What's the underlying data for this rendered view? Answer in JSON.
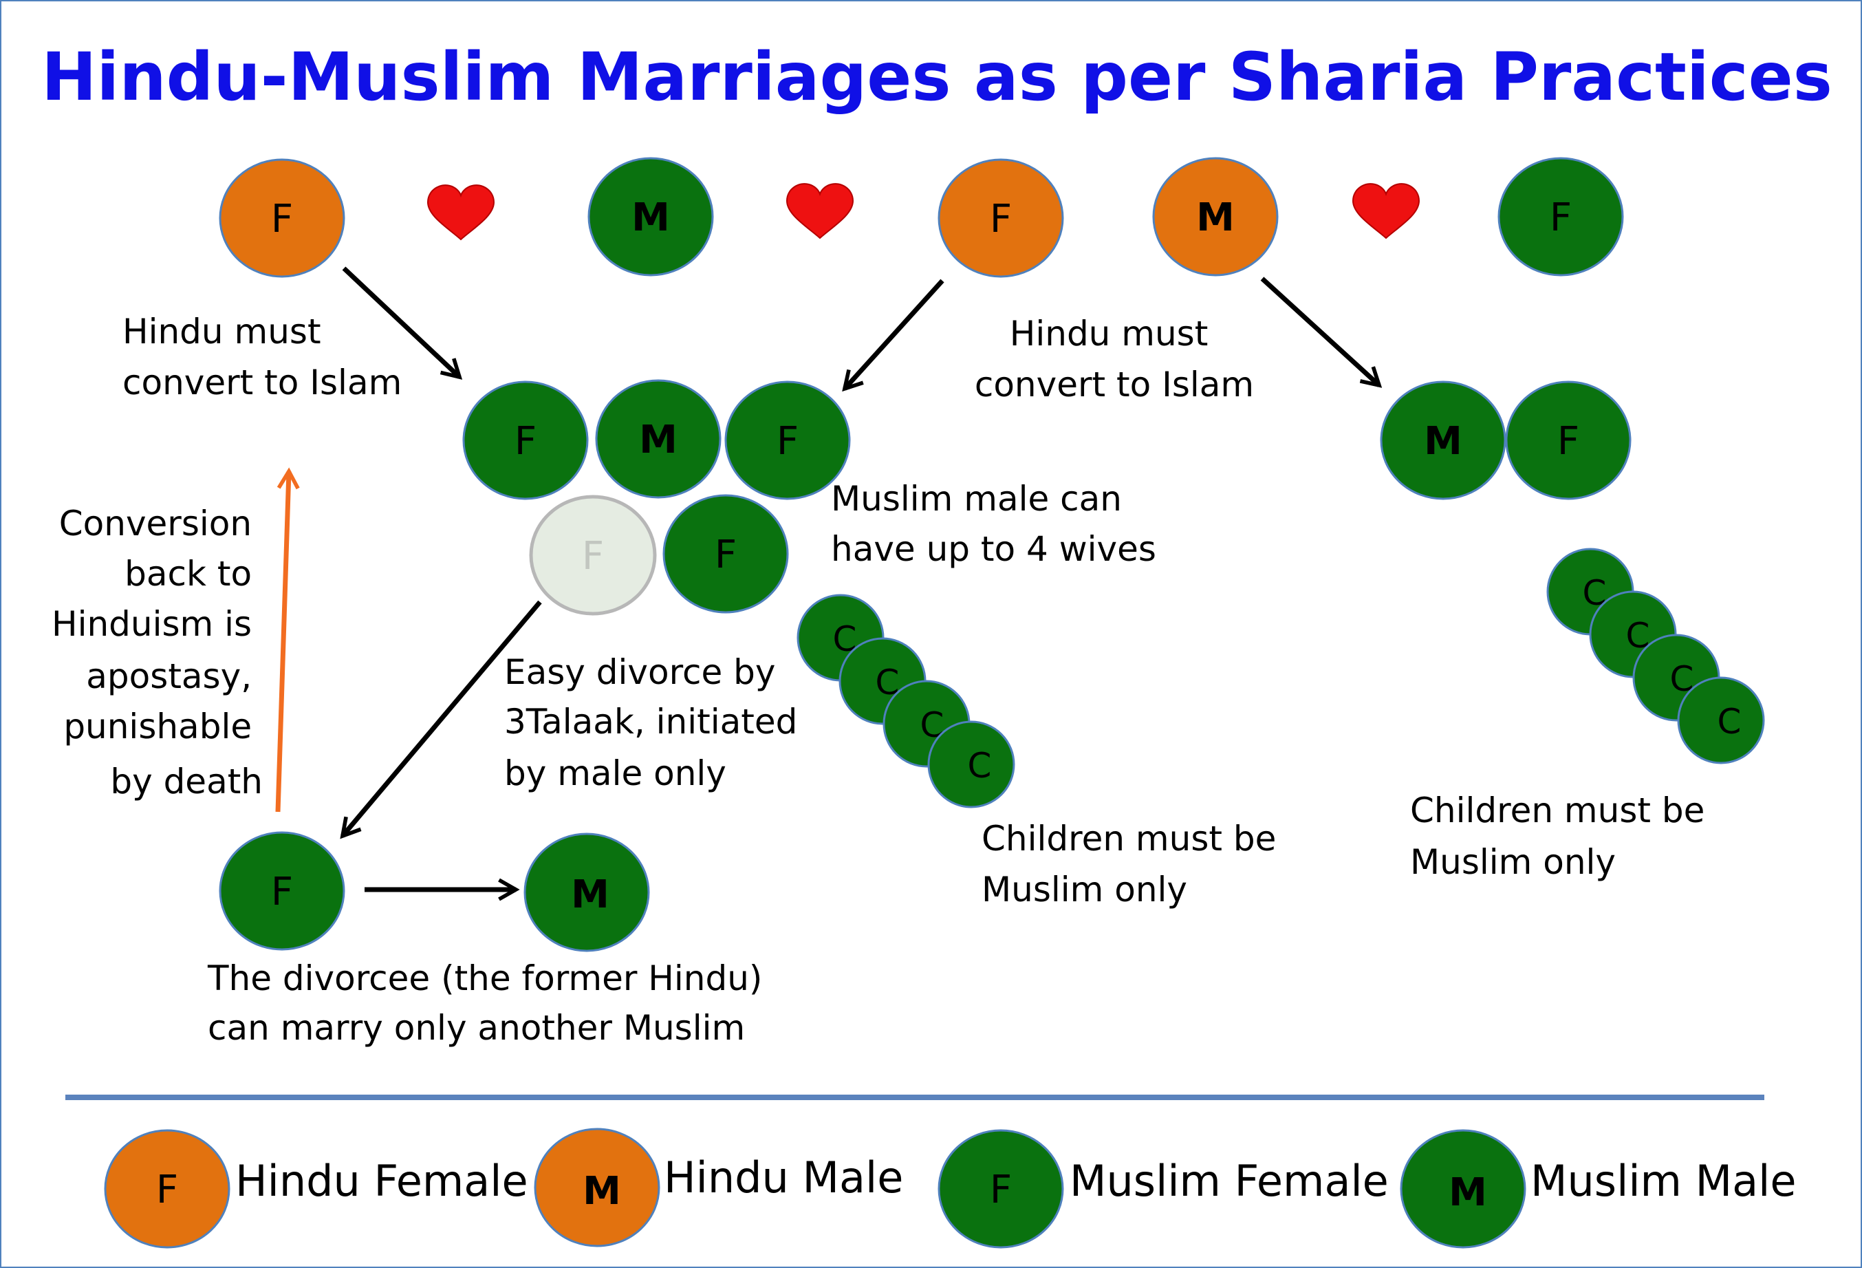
{
  "title": "Hindu-Muslim Marriages as per Sharia Practices",
  "colors": {
    "hindu": "#e2720f",
    "muslim": "#0a720f",
    "node_border": "#4f81bd",
    "faded_fill": "#e5ece2",
    "faded_border": "#b7b7b7",
    "heart": "#ee1111",
    "apostasy_arrow": "#f26d21",
    "divider": "#5b83bd",
    "title": "#1010e6"
  },
  "top_row": {
    "hindu_female": "F",
    "muslim_male": "M",
    "hindu_female_2": "F",
    "hindu_male": "M",
    "muslim_female": "F"
  },
  "center_family": {
    "wife_1": "F",
    "husband": "M",
    "wife_2": "F",
    "divorced_wife": "F",
    "wife_4": "F"
  },
  "right_family": {
    "husband": "M",
    "wife": "F"
  },
  "children_left": [
    "C",
    "C",
    "C",
    "C"
  ],
  "children_right": [
    "C",
    "C",
    "C",
    "C"
  ],
  "remarriage": {
    "divorcee": "F",
    "new_husband": "M"
  },
  "annotations": {
    "convert_left": [
      "Hindu must",
      "convert to Islam"
    ],
    "convert_right": [
      "Hindu must",
      "convert to Islam"
    ],
    "apostasy": [
      "Conversion",
      "back to",
      "Hinduism is",
      "apostasy,",
      "punishable",
      "by death"
    ],
    "four_wives": [
      "Muslim male can",
      "have up to 4 wives"
    ],
    "divorce": [
      "Easy divorce by",
      "3Talaak, initiated",
      "by male only"
    ],
    "children_left": [
      "Children must be",
      "Muslim only"
    ],
    "children_right": [
      "Children must be",
      "Muslim only"
    ],
    "divorcee": [
      "The divorcee (the former Hindu)",
      "can marry only another Muslim"
    ]
  },
  "legend": [
    {
      "letter": "F",
      "label": "Hindu Female"
    },
    {
      "letter": "M",
      "label": "Hindu Male"
    },
    {
      "letter": "F",
      "label": "Muslim Female"
    },
    {
      "letter": "M",
      "label": "Muslim Male"
    }
  ]
}
